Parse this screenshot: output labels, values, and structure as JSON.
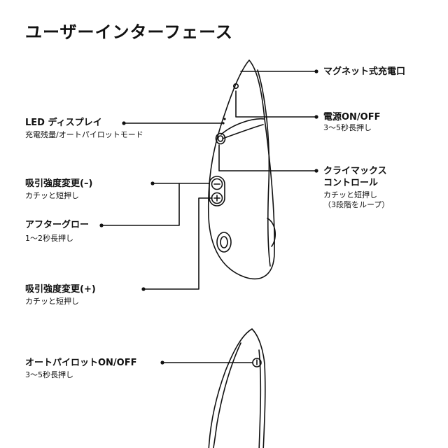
{
  "page": {
    "title": "ユーザーインターフェース"
  },
  "labels": {
    "magnetic_port": {
      "title": "マグネット式充電口"
    },
    "power": {
      "title": "電源ON/OFF",
      "desc": "3～5秒長押し"
    },
    "climax_control": {
      "title_line1": "クライマックス",
      "title_line2": "コントロール",
      "desc_line1": "カチッと短押し",
      "desc_line2": "（3段階をループ）"
    },
    "led_display": {
      "title": "LED ディスプレイ",
      "desc": "充電残量/オートパイロットモード"
    },
    "intensity_minus": {
      "title": "吸引強度変更(–)",
      "desc": "カチッと短押し"
    },
    "afterglow": {
      "title": "アフターグロー",
      "desc": "1～2秒長押し"
    },
    "intensity_plus": {
      "title": "吸引強度変更(+)",
      "desc": "カチッと短押し"
    },
    "autopilot": {
      "title": "オートパイロットON/OFF",
      "desc": "3～5秒長押し"
    }
  },
  "colors": {
    "line": "#111111",
    "device_fill": "#ffffff",
    "text": "#111111"
  }
}
